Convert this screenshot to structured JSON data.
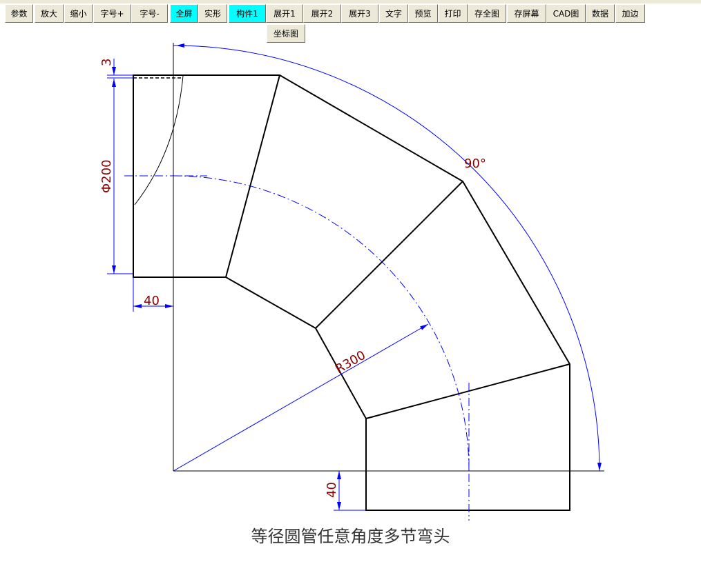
{
  "toolbar": {
    "buttons": [
      {
        "label": "参数",
        "active": false
      },
      {
        "label": "放大",
        "active": false
      },
      {
        "label": "缩小",
        "active": false
      },
      {
        "label": "字号+",
        "active": false
      },
      {
        "label": "字号-",
        "active": false
      },
      {
        "label": "全屏",
        "active": true
      },
      {
        "label": "实形",
        "active": false
      },
      {
        "label": "构件1",
        "active": true
      },
      {
        "label": "展开1",
        "active": false
      },
      {
        "label": "展开2",
        "active": false
      },
      {
        "label": "展开3",
        "active": false
      },
      {
        "label": "文字",
        "active": false
      },
      {
        "label": "预览",
        "active": false
      },
      {
        "label": "打印",
        "active": false
      },
      {
        "label": "存全图",
        "active": false
      },
      {
        "label": "存屏幕",
        "active": false
      },
      {
        "label": "CAD图",
        "active": false
      },
      {
        "label": "数据",
        "active": false
      },
      {
        "label": "加边",
        "active": false
      }
    ],
    "second_row": {
      "label": "坐标图"
    },
    "active_color": "#00ffff"
  },
  "drawing": {
    "dim_thickness": "3",
    "dim_diameter": "Φ200",
    "dim_angle": "90°",
    "dim_radius": "R300",
    "dim_offset_left": "40",
    "dim_offset_bottom": "40",
    "title": "等径圆管任意角度多节弯头",
    "dim_color": "#0000ff",
    "text_color": "#8b0000"
  }
}
